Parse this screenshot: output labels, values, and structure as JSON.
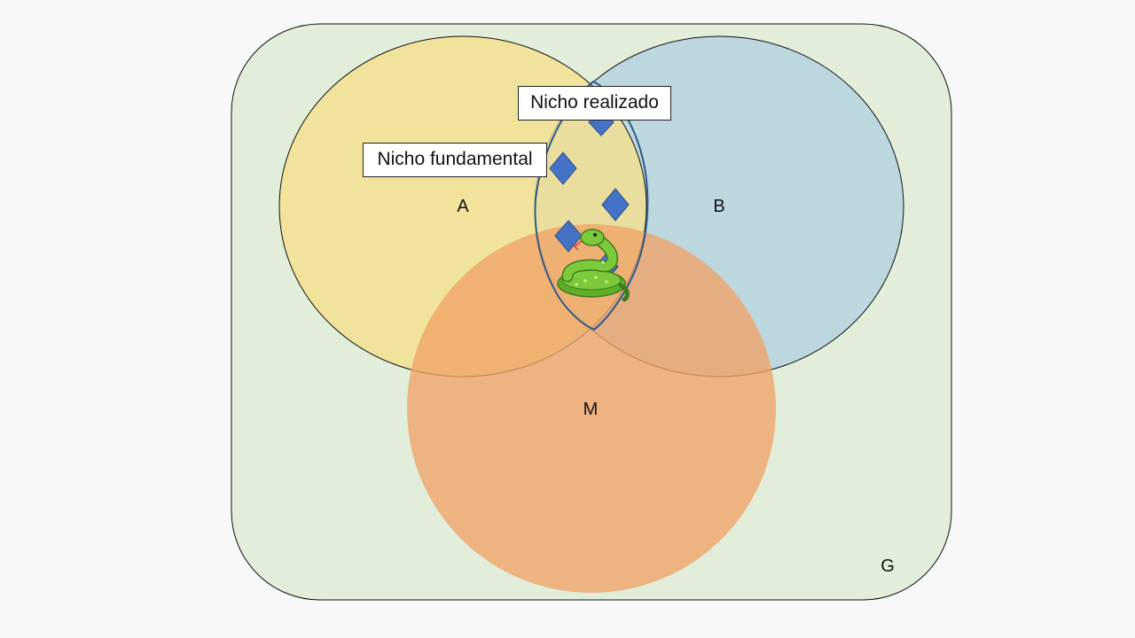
{
  "diagram": {
    "sets": {
      "a": {
        "label": "A",
        "color": "#f1e39a"
      },
      "b": {
        "label": "B",
        "color": "#bdd7df"
      },
      "m": {
        "label": "M",
        "color": "#eba872"
      },
      "g": {
        "label": "G",
        "color": "#e2eeda"
      }
    },
    "callouts": {
      "realizado": "Nicho realizado",
      "fundamental": "Nicho fundamental"
    },
    "colors": {
      "marker": "#4472c4",
      "niche_outline": "#2e5a87",
      "snake": "#6abf2e"
    },
    "icons": {
      "occurrence_marker": "diamond-icon",
      "species": "snake-icon"
    }
  }
}
